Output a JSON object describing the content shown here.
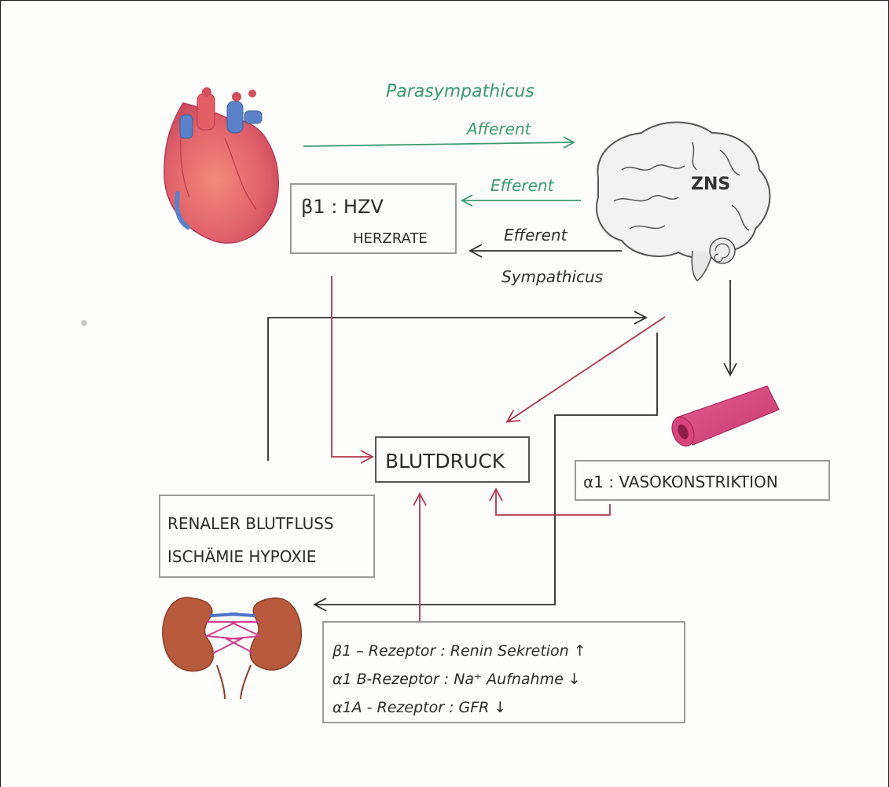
{
  "colors": {
    "parasympathetic": "#3a9a6f",
    "sympathetic": "#2e2e2e",
    "red_pathway": "#b3344e",
    "ink": "#2b2b2b",
    "box_border": "#9a9a9a"
  },
  "labels": {
    "parasympathicus": "Parasympathicus",
    "afferent": "Afferent",
    "efferent_para": "Efferent",
    "efferent_symp": "Efferent",
    "sympathicus": "Sympathicus",
    "zns": "ZNS"
  },
  "boxes": {
    "beta1_line1": "β1 : HZV",
    "beta1_line2": "HERZRATE",
    "blutdruck": "BLUTDRUCK",
    "alpha1": "α1 : VASOKONSTRIKTION",
    "renal_line1": "RENALER BLUTFLUSS",
    "renal_line2": "ISCHÄMIE HYPOXIE",
    "receptor_line1": "β1 – Rezeptor : Renin Sekretion ↑",
    "receptor_line2": "α1 B-Rezeptor : Na⁺ Aufnahme ↓",
    "receptor_line3": "α1A - Rezeptor : GFR ↓"
  },
  "icons": [
    "heart-icon",
    "brain-icon",
    "blood-vessel-icon",
    "kidneys-icon"
  ]
}
